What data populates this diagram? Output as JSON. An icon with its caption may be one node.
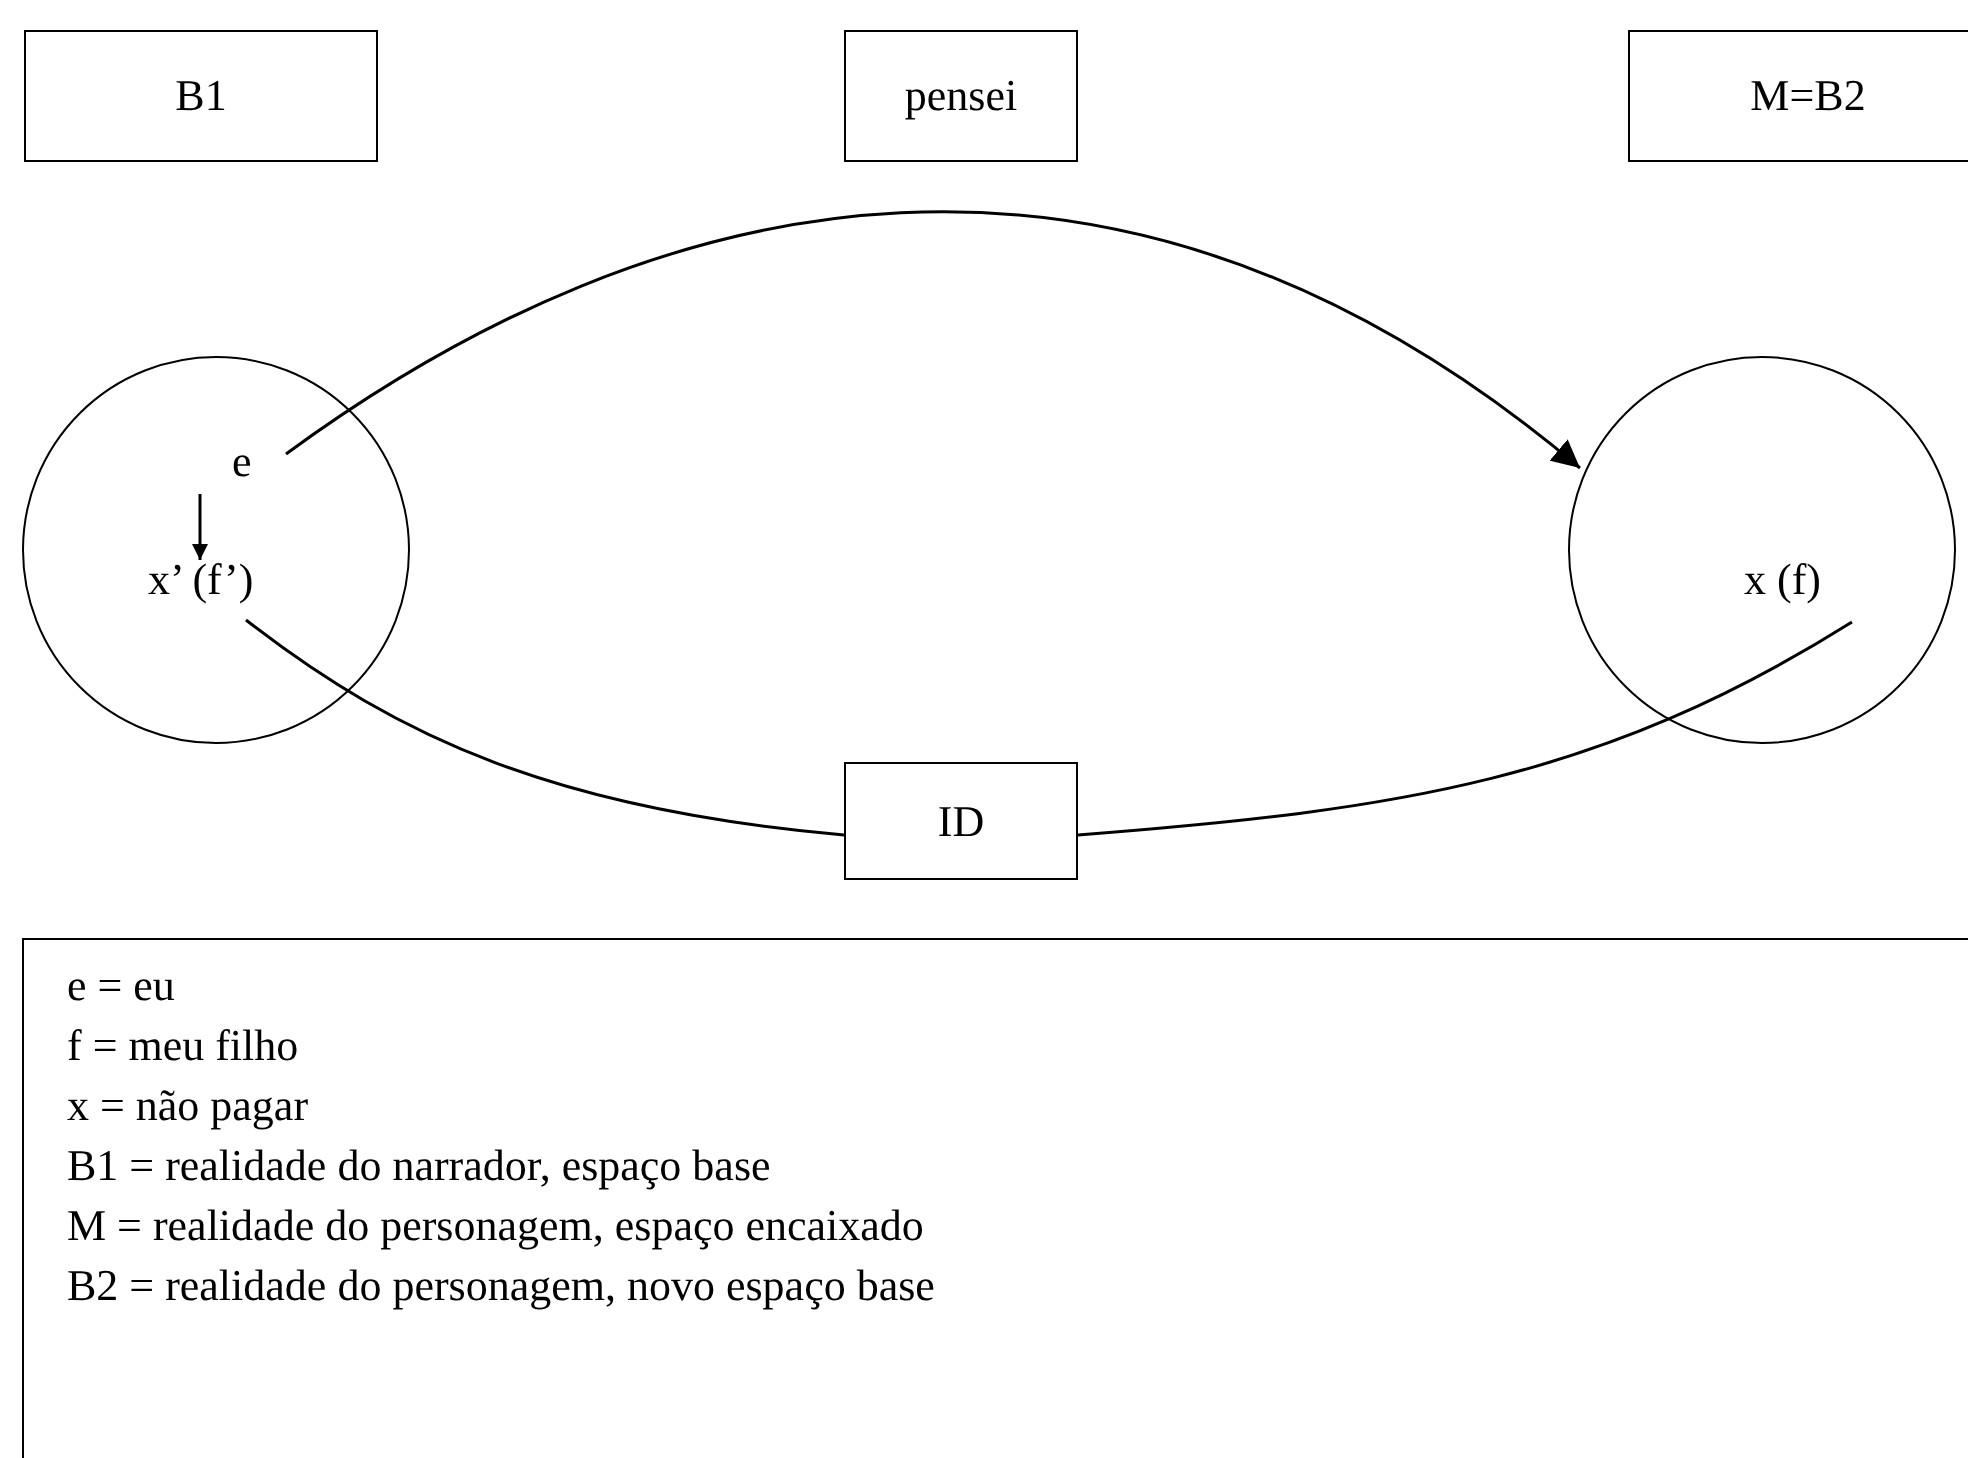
{
  "diagram": {
    "nodes": [
      {
        "text": [
          "B1"
        ]
      },
      {
        "text": [
          "pensei"
        ]
      },
      {
        "text": [
          "M=B2"
        ]
      },
      {
        "text": [],
        "shape": "circle"
      },
      {
        "text": [
          "e"
        ],
        "in": 3
      },
      {
        "text": [
          "x’ (f’)"
        ],
        "in": 3
      },
      {
        "text": [],
        "shape": "circle"
      },
      {
        "text": [
          "x (f)"
        ],
        "in": 6
      },
      {
        "text": [
          "ID"
        ]
      },
      {
        "text": [
          "e = eu",
          "f = meu filho",
          "x = não pagar",
          "B1 = realidade do narrador, espaço base",
          "M = realidade do personagem, espaço encaixado",
          "B2 = realidade do personagem, novo espaço base"
        ]
      }
    ],
    "edges": [
      {
        "from": 4,
        "to": 6,
        "arrow": "to"
      },
      {
        "from": 4,
        "to": 5,
        "arrow": "to"
      },
      {
        "from": 5,
        "to": 8,
        "arrow": "none"
      },
      {
        "from": 8,
        "to": 7,
        "arrow": "none"
      }
    ]
  }
}
